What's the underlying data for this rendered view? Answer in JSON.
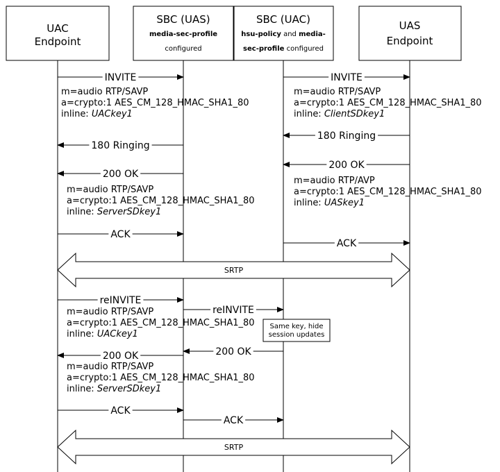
{
  "participants": [
    {
      "id": "uac",
      "lines": [
        {
          "text": "UAC",
          "cls": "participant-title"
        },
        {
          "text": "Endpoint",
          "cls": "participant-title"
        }
      ]
    },
    {
      "id": "sbc_uas",
      "lines": [
        {
          "text": "SBC (UAS)",
          "cls": "participant-title"
        },
        {
          "text": "media-sec-profile",
          "cls": "participant-sub bold"
        },
        {
          "text": "configured",
          "cls": "participant-sub"
        }
      ]
    },
    {
      "id": "sbc_uac",
      "lines": [
        {
          "text": "SBC (UAC)",
          "cls": "participant-title"
        },
        {
          "rich": [
            {
              "text": "hsu-policy",
              "bold": true
            },
            {
              "text": " and "
            },
            {
              "text": "media-",
              "bold": true
            }
          ],
          "cls": "participant-sub"
        },
        {
          "rich": [
            {
              "text": "sec-profile",
              "bold": true
            },
            {
              "text": " configured"
            }
          ],
          "cls": "participant-sub"
        }
      ]
    },
    {
      "id": "uas",
      "lines": [
        {
          "text": "UAS",
          "cls": "participant-title"
        },
        {
          "text": "Endpoint",
          "cls": "participant-title"
        }
      ]
    }
  ],
  "messages": [
    {
      "from": "uac",
      "to": "sbc_uas",
      "label": "INVITE"
    },
    {
      "from": "sbc_uac",
      "to": "uas",
      "label": "INVITE"
    },
    {
      "from": "uas",
      "to": "sbc_uac",
      "label": "180 Ringing"
    },
    {
      "from": "sbc_uas",
      "to": "uac",
      "label": "180 Ringing"
    },
    {
      "from": "uas",
      "to": "sbc_uac",
      "label": "200 OK"
    },
    {
      "from": "sbc_uas",
      "to": "uac",
      "label": "200 OK"
    },
    {
      "from": "uac",
      "to": "sbc_uas",
      "label": "ACK"
    },
    {
      "from": "sbc_uac",
      "to": "uas",
      "label": "ACK"
    },
    {
      "from": "uac",
      "to": "sbc_uas",
      "label": "reINVITE"
    },
    {
      "from": "sbc_uas",
      "to": "sbc_uac",
      "label": "reINVITE"
    },
    {
      "from": "sbc_uac",
      "to": "sbc_uas",
      "label": "200 OK"
    },
    {
      "from": "sbc_uas",
      "to": "uac",
      "label": "200 OK"
    },
    {
      "from": "uac",
      "to": "sbc_uas",
      "label": "ACK"
    },
    {
      "from": "sbc_uas",
      "to": "sbc_uac",
      "label": "ACK"
    }
  ],
  "sdp_blocks": [
    {
      "lines": [
        "m=audio RTP/SAVP",
        "a=crypto:1 AES_CM_128_HMAC_SHA1_80"
      ],
      "inline_label": "inline: ",
      "key": "UACkey1"
    },
    {
      "lines": [
        "m=audio RTP/SAVP",
        "a=crypto:1 AES_CM_128_HMAC_SHA1_80"
      ],
      "inline_label": "inline: ",
      "key": "ClientSDkey1"
    },
    {
      "lines": [
        "m=audio RTP/SAVP",
        "a=crypto:1 AES_CM_128_HMAC_SHA1_80"
      ],
      "inline_label": "inline: ",
      "key": "ServerSDkey1"
    },
    {
      "lines": [
        "m=audio RTP/AVP",
        "a=crypto:1 AES_CM_128_HMAC_SHA1_80"
      ],
      "inline_label": "inline: ",
      "key": "UASkey1"
    },
    {
      "lines": [
        "m=audio RTP/SAVP",
        "a=crypto:1 AES_CM_128_HMAC_SHA1_80"
      ],
      "inline_label": "inline: ",
      "key": "UACkey1"
    },
    {
      "lines": [
        "m=audio RTP/SAVP",
        "a=crypto:1 AES_CM_128_HMAC_SHA1_80"
      ],
      "inline_label": "inline: ",
      "key": "ServerSDkey1"
    }
  ],
  "media_streams": [
    {
      "label": "SRTP"
    },
    {
      "label": "SRTP"
    }
  ],
  "notes": [
    {
      "lines": [
        "Same key, hide",
        "session updates"
      ]
    }
  ]
}
